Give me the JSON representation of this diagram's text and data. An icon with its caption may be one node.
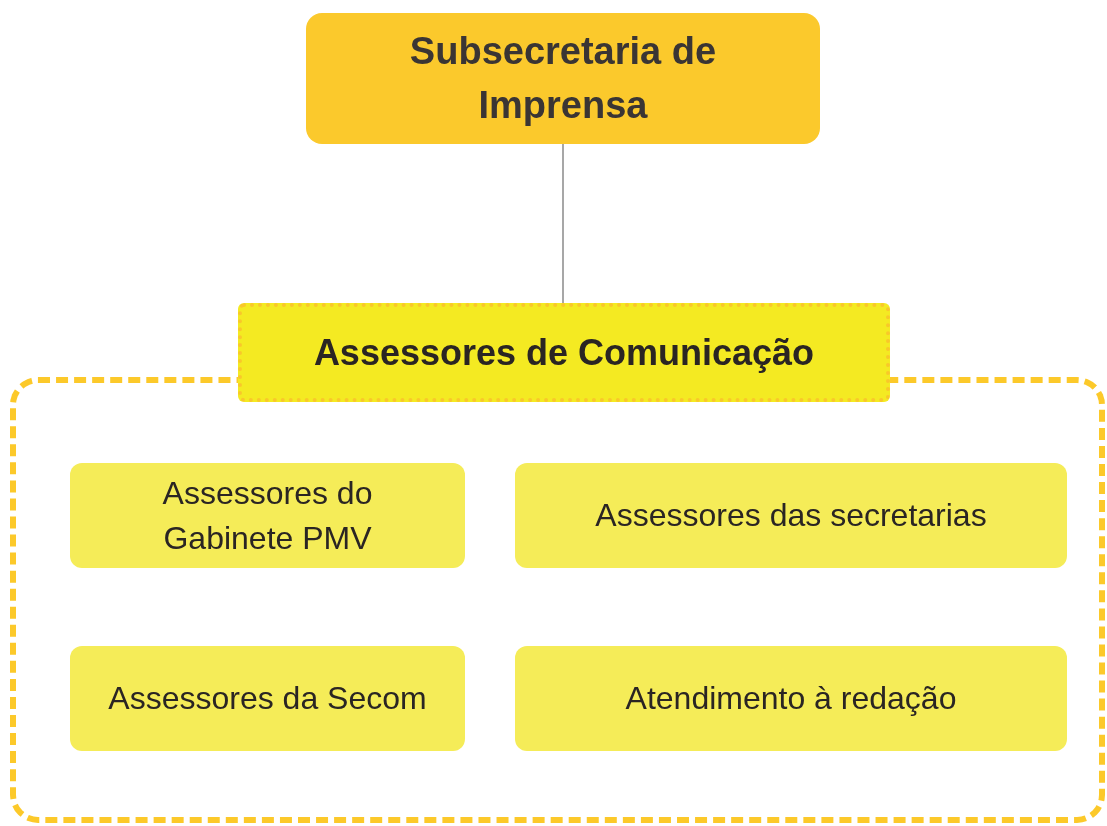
{
  "diagram": {
    "nodes": [
      {
        "text": [
          "Subsecretaria de Imprensa"
        ]
      },
      {
        "text": [
          "Assessores de Comunicação"
        ]
      },
      {
        "text": [],
        "shape": "box"
      },
      {
        "text": [
          "Assessores do Gabinete PMV"
        ],
        "in": 2
      },
      {
        "text": [
          "Assessores das secretarias"
        ],
        "in": 2
      },
      {
        "text": [
          "Assessores da Secom"
        ],
        "in": 2
      },
      {
        "text": [
          "Atendimento à redação"
        ],
        "in": 2
      }
    ],
    "edges": [
      {
        "from": 0,
        "to": 1,
        "arrow": "none"
      }
    ]
  }
}
